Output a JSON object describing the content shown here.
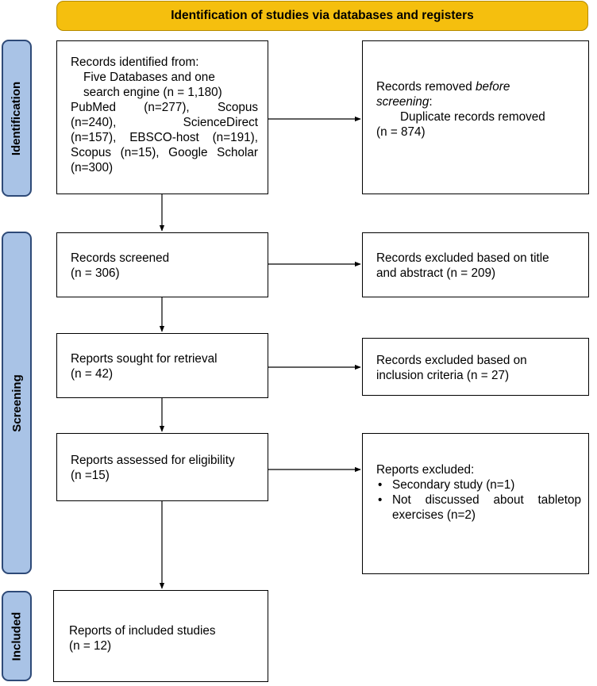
{
  "header": "Identification of studies via databases and registers",
  "phases": {
    "identification": "Identification",
    "screening": "Screening",
    "included": "Included"
  },
  "identified": {
    "title": "Records identified from:",
    "lines": [
      "Five Databases and one",
      "search engine (n = 1,180)",
      "PubMed (n=277), Scopus",
      "(n=240), ScienceDirect",
      "(n=157), EBSCO-host (n=191),",
      "Scopus (n=15), Google Scholar",
      "(n=300)"
    ]
  },
  "removed": {
    "line1_pre": "Records removed ",
    "line1_em": "before",
    "line2_em": "screening",
    "line2_post": ":",
    "line3": "Duplicate records removed",
    "line4": "(n = 874)"
  },
  "screened": {
    "label": "Records screened",
    "count": "(n = 306)"
  },
  "excluded_title": {
    "line1": "Records excluded based on title",
    "line2": "and abstract (n = 209)"
  },
  "sought": {
    "label": "Reports sought for retrieval",
    "count": "(n = 42)"
  },
  "excluded_inclusion": {
    "line1": "Records excluded based on",
    "line2": "inclusion criteria (n = 27)"
  },
  "assessed": {
    "label": "Reports assessed for eligibility",
    "count": "(n =15)"
  },
  "reports_excluded": {
    "title": "Reports excluded:",
    "items": [
      [
        "Secondary study (n=1)"
      ],
      [
        "Not discussed about tabletop",
        "exercises (n=2)"
      ]
    ]
  },
  "included_box": {
    "label": "Reports of included studies",
    "count": "(n = 12)"
  }
}
